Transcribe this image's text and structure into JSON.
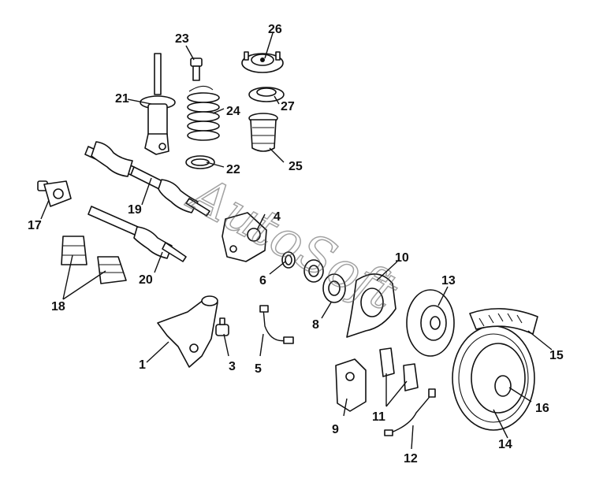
{
  "watermark": "AutoSoft",
  "callouts": [
    {
      "id": "c1",
      "label": "1"
    },
    {
      "id": "c3",
      "label": "3"
    },
    {
      "id": "c4",
      "label": "4"
    },
    {
      "id": "c5",
      "label": "5"
    },
    {
      "id": "c6",
      "label": "6"
    },
    {
      "id": "c8",
      "label": "8"
    },
    {
      "id": "c9",
      "label": "9"
    },
    {
      "id": "c10",
      "label": "10"
    },
    {
      "id": "c11",
      "label": "11"
    },
    {
      "id": "c12",
      "label": "12"
    },
    {
      "id": "c13",
      "label": "13"
    },
    {
      "id": "c14",
      "label": "14"
    },
    {
      "id": "c15",
      "label": "15"
    },
    {
      "id": "c16",
      "label": "16"
    },
    {
      "id": "c17",
      "label": "17"
    },
    {
      "id": "c18",
      "label": "18"
    },
    {
      "id": "c19",
      "label": "19"
    },
    {
      "id": "c20",
      "label": "20"
    },
    {
      "id": "c21",
      "label": "21"
    },
    {
      "id": "c22",
      "label": "22"
    },
    {
      "id": "c23",
      "label": "23"
    },
    {
      "id": "c24",
      "label": "24"
    },
    {
      "id": "c25",
      "label": "25"
    },
    {
      "id": "c26",
      "label": "26"
    },
    {
      "id": "c27",
      "label": "27"
    }
  ]
}
